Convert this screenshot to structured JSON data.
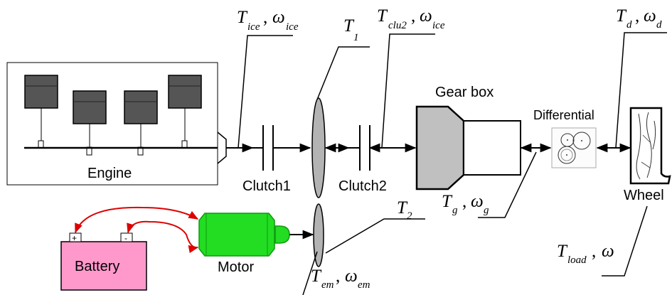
{
  "components": {
    "engine": "Engine",
    "clutch1": "Clutch1",
    "clutch2": "Clutch2",
    "gearbox": "Gear box",
    "differential": "Differential",
    "wheel": "Wheel",
    "motor": "Motor",
    "battery": "Battery",
    "battery_plus": "+",
    "battery_minus": "-"
  },
  "symbols": {
    "T": "T",
    "omega": "ω",
    "comma": ",",
    "ice": "ice",
    "clu2": "clu2",
    "d": "d",
    "g": "g",
    "em": "em",
    "load": "load",
    "one": "1",
    "two": "2"
  },
  "colors": {
    "engine_block": "#555555",
    "clutch_disc": "#b3b3b3",
    "gearbox_body": "#c0c0c0",
    "motor_body": "#22dd22",
    "motor_dark": "#119911",
    "battery_body": "#ff99cc",
    "wire": "#dd0000",
    "stroke": "#000000"
  }
}
